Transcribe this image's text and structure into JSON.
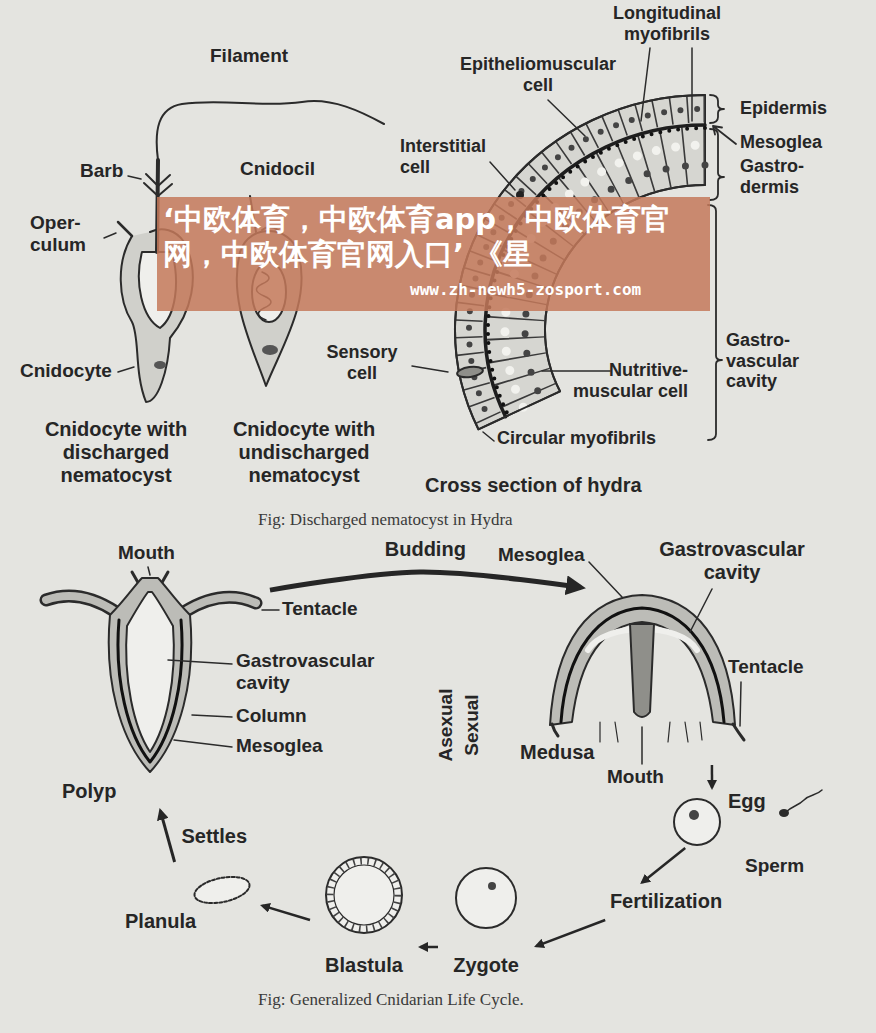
{
  "diagram": {
    "caption": "Fig: Generalized Cnidarian Life Cycle.",
    "nodes": [
      {
        "text": [
          "Polyp"
        ]
      },
      {
        "text": [
          "Medusa"
        ]
      },
      {
        "text": [
          "Egg"
        ]
      },
      {
        "text": [
          "Fertilization"
        ]
      },
      {
        "text": [
          "Zygote"
        ]
      },
      {
        "text": [
          "Blastula"
        ]
      },
      {
        "text": [
          "Planula"
        ]
      }
    ],
    "edges": [
      {
        "from": 0,
        "to": 1,
        "label": "Budding",
        "arrow": "to"
      },
      {
        "from": 1,
        "to": 2,
        "arrow": "to"
      },
      {
        "from": 2,
        "to": 3,
        "arrow": "to"
      },
      {
        "from": 3,
        "to": 4,
        "arrow": "to"
      },
      {
        "from": 4,
        "to": 5,
        "arrow": "to"
      },
      {
        "from": 5,
        "to": 6,
        "arrow": "to"
      },
      {
        "from": 6,
        "to": 0,
        "label": "Settles",
        "arrow": "to"
      }
    ],
    "labels": [
      "Filament",
      "Longitudinal myofibrils",
      "Epitheliomuscular cell",
      "Barb",
      "Cnidocil",
      "Epidermis",
      "Interstitial cell",
      "Mesoglea",
      "Gastro- dermis",
      "Oper- culum",
      "Cnidocyte",
      "Sensory cell",
      "Nutritive- muscular cell",
      "Gastro- vascular cavity",
      "Cnidocyte with discharged nematocyst",
      "Cnidocyte with undischarged nematocyst",
      "Circular myofibrils",
      "Cross section of hydra",
      "Fig: Discharged nematocyst in Hydra",
      "Mouth",
      "Tentacle",
      "Gastrovascular cavity",
      "Column",
      "Mesoglea",
      "Asexual",
      "Sexual",
      "Mesoglea",
      "Gastrovascular cavity",
      "Tentacle",
      "Mouth",
      "Sperm",
      "‘中欧体育，中欧体育app，中欧体育官网，中欧体育官网入口’ 《星",
      "www.zh-newh5-zosport.com"
    ]
  }
}
